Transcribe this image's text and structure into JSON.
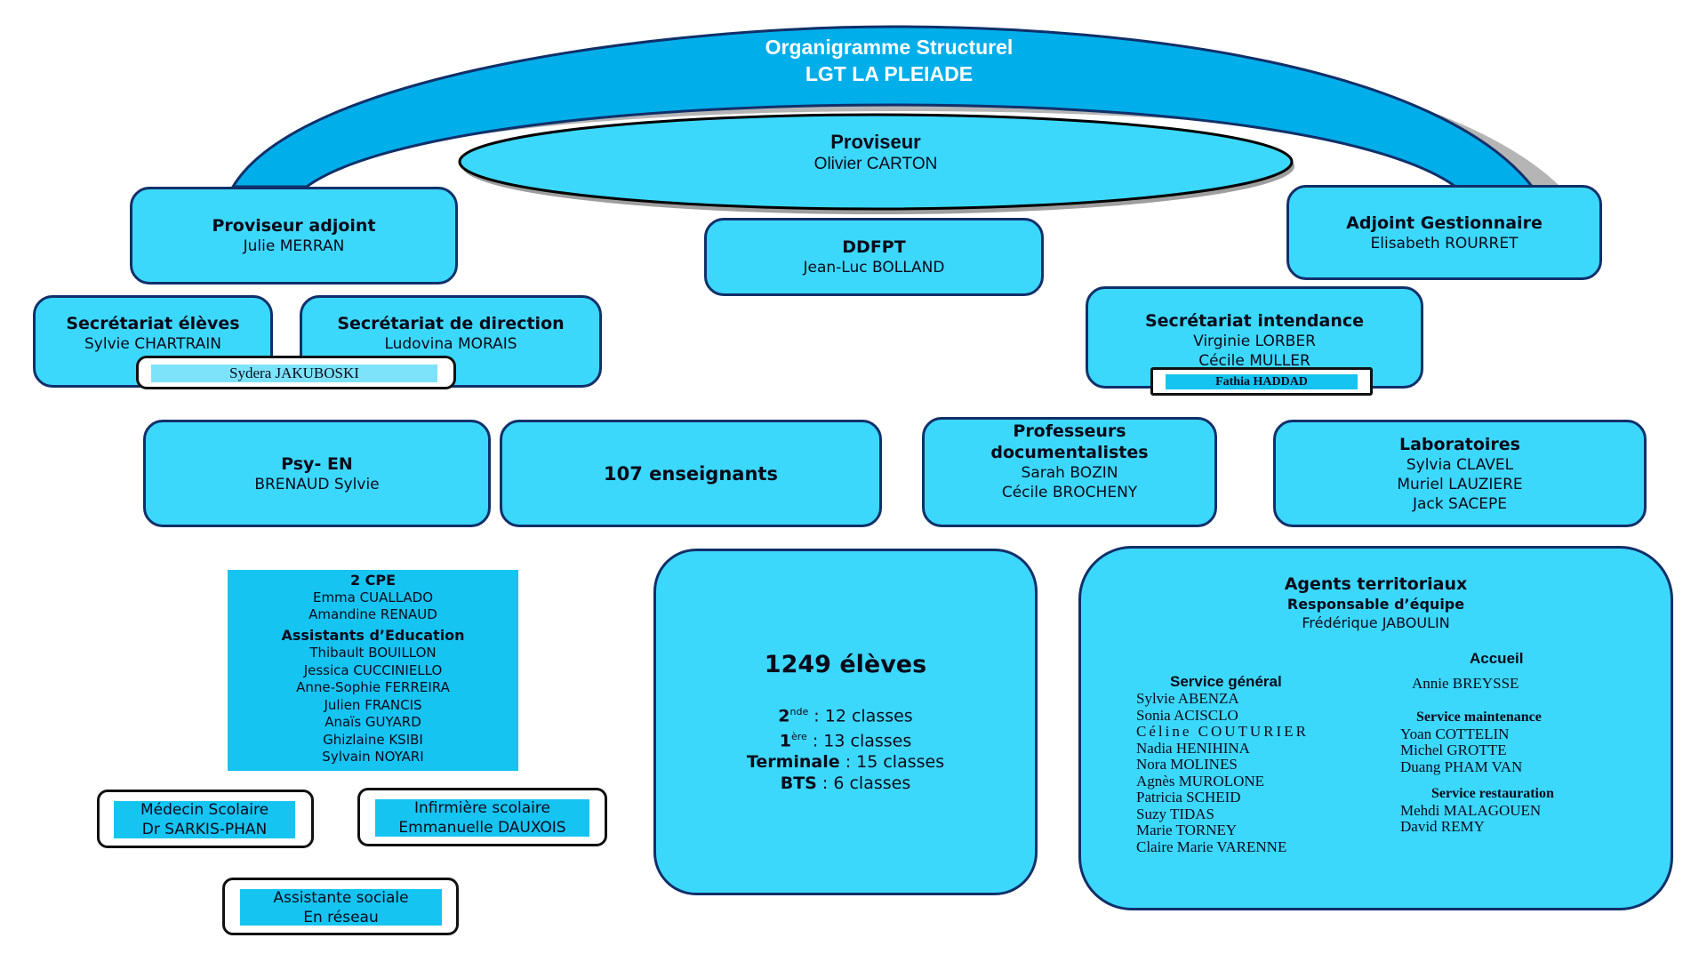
{
  "colors": {
    "arc": "#00aeea",
    "box_fill": "#3cd8fc",
    "box_border": "#10306a",
    "inner_bar": "#16c4f2",
    "title_text": "#ffffff"
  },
  "header": {
    "title_line1": "Organigramme Structurel",
    "title_line2": "LGT LA PLEIADE"
  },
  "proviseur": {
    "role": "Proviseur",
    "name": "Olivier CARTON"
  },
  "proviseur_adjoint": {
    "role": "Proviseur adjoint",
    "name": "Julie MERRAN"
  },
  "ddfpt": {
    "role": "DDFPT",
    "name": "Jean-Luc BOLLAND"
  },
  "adjoint_gestionnaire": {
    "role": "Adjoint Gestionnaire",
    "name": "Elisabeth ROURRET"
  },
  "secretariat_eleves": {
    "role": "Secrétariat élèves",
    "name": "Sylvie CHARTRAIN"
  },
  "secretariat_direction": {
    "role": "Secrétariat de direction",
    "name": "Ludovina MORAIS"
  },
  "secretariat_shared": {
    "name": "Sydera JAKUBOSKI"
  },
  "secretariat_intendance": {
    "role": "Secrétariat intendance",
    "names": [
      "Virginie LORBER",
      "Cécile MULLER"
    ],
    "extra": "Fathia HADDAD"
  },
  "psy_en": {
    "role": "Psy- EN",
    "name": "BRENAUD Sylvie"
  },
  "enseignants": {
    "label": "107 enseignants"
  },
  "documentalistes": {
    "role_line1": "Professeurs",
    "role_line2": "documentalistes",
    "names": [
      "Sarah BOZIN",
      "Cécile BROCHENY"
    ]
  },
  "laboratoires": {
    "role": "Laboratoires",
    "names": [
      "Sylvia CLAVEL",
      "Muriel LAUZIERE",
      "Jack SACEPE"
    ]
  },
  "vie_scolaire": {
    "cpe_title": "2 CPE",
    "cpe_names": [
      "Emma CUALLADO",
      "Amandine RENAUD"
    ],
    "aed_title": "Assistants d’Education",
    "aed_names": [
      "Thibault BOUILLON",
      "Jessica CUCCINIELLO",
      "Anne-Sophie FERREIRA",
      "Julien FRANCIS",
      "Anaïs GUYARD",
      "Ghizlaine KSIBI",
      "Sylvain NOYARI"
    ]
  },
  "eleves": {
    "total": "1249 élèves",
    "levels": [
      {
        "level": "2",
        "sup": "nde",
        "text": " : 12 classes"
      },
      {
        "level": "1",
        "sup": "ère",
        "text": " : 13 classes"
      },
      {
        "level": "Terminale",
        "sup": "",
        "text": " : 15 classes"
      },
      {
        "level": "BTS",
        "sup": "",
        "text": " : 6 classes"
      }
    ]
  },
  "agents": {
    "title": "Agents territoriaux",
    "subtitle": "Responsable d’équipe",
    "lead": "Frédérique JABOULIN",
    "service_general": {
      "title": "Service général",
      "names": [
        "Sylvie ABENZA",
        "Sonia ACISCLO",
        "Céline COUTURIER",
        "Nadia HENIHINA",
        "Nora MOLINES",
        "Agnès MUROLONE",
        "Patricia SCHEID",
        "Suzy TIDAS",
        "Marie TORNEY",
        "Claire Marie VARENNE"
      ]
    },
    "accueil": {
      "title": "Accueil",
      "names": [
        "Annie BREYSSE"
      ]
    },
    "maintenance": {
      "title": "Service maintenance",
      "names": [
        "Yoan COTTELIN",
        "Michel GROTTE",
        "Duang PHAM VAN"
      ]
    },
    "restauration": {
      "title": "Service restauration",
      "names": [
        "Mehdi MALAGOUEN",
        "David REMY"
      ]
    }
  },
  "medecin": {
    "role": "Médecin Scolaire",
    "name": "Dr SARKIS-PHAN"
  },
  "infirmiere": {
    "role": "Infirmière scolaire",
    "name": "Emmanuelle DAUXOIS"
  },
  "assistante_sociale": {
    "role": "Assistante sociale",
    "name": "En réseau"
  }
}
